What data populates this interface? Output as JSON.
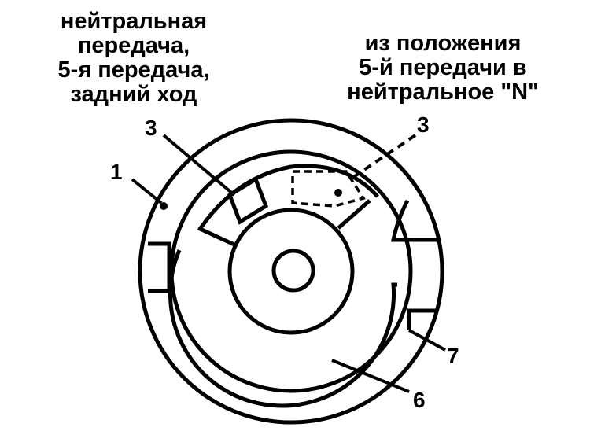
{
  "captions": {
    "left": [
      "нейтральная",
      "передача,",
      "5-я передача,",
      "задний ход"
    ],
    "right": [
      "из положения",
      "5-й передачи в",
      "нейтральное \"N\""
    ]
  },
  "callouts": {
    "part_1": "1",
    "part_3_left": "3",
    "part_3_right": "3",
    "part_6": "6",
    "part_7": "7"
  },
  "colors": {
    "ink": "#000000",
    "paper": "#ffffff"
  }
}
